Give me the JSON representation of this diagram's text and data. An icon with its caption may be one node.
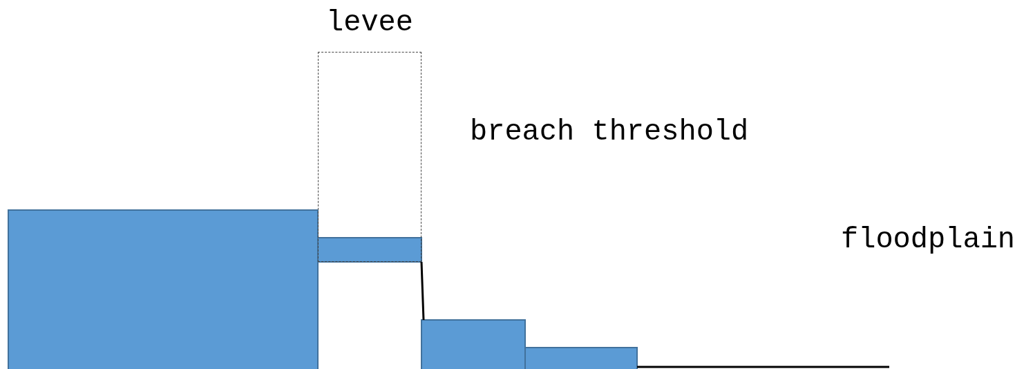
{
  "diagram": {
    "nodes": [
      {
        "text": [
          "levee"
        ]
      }
    ],
    "labels": [
      "breach threshold",
      "floodplain"
    ]
  }
}
